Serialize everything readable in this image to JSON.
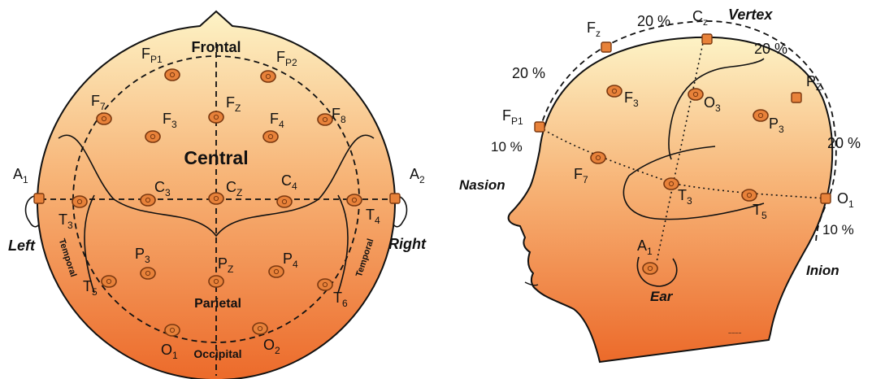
{
  "top_view": {
    "lobes": {
      "frontal": "Frontal",
      "central": "Central",
      "parietal": "Parietal",
      "occipital": "Occipital",
      "temporal_left": "Temporal",
      "temporal_right": "Temporal"
    },
    "sides": {
      "left": "Left",
      "right": "Right"
    },
    "electrodes": [
      {
        "id": "fp1",
        "main": "F",
        "sub": "P1"
      },
      {
        "id": "fp2",
        "main": "F",
        "sub": "P2"
      },
      {
        "id": "f7",
        "main": "F",
        "sub": "7"
      },
      {
        "id": "f8",
        "main": "F",
        "sub": "8"
      },
      {
        "id": "f3",
        "main": "F",
        "sub": "3"
      },
      {
        "id": "fz",
        "main": "F",
        "sub": "Z"
      },
      {
        "id": "f4",
        "main": "F",
        "sub": "4"
      },
      {
        "id": "a1",
        "main": "A",
        "sub": "1"
      },
      {
        "id": "a2",
        "main": "A",
        "sub": "2"
      },
      {
        "id": "t3",
        "main": "T",
        "sub": "3"
      },
      {
        "id": "c3",
        "main": "C",
        "sub": "3"
      },
      {
        "id": "cz",
        "main": "C",
        "sub": "Z"
      },
      {
        "id": "c4",
        "main": "C",
        "sub": "4"
      },
      {
        "id": "t4",
        "main": "T",
        "sub": "4"
      },
      {
        "id": "t5",
        "main": "T",
        "sub": "5"
      },
      {
        "id": "p3",
        "main": "P",
        "sub": "3"
      },
      {
        "id": "pz",
        "main": "P",
        "sub": "Z"
      },
      {
        "id": "p4",
        "main": "P",
        "sub": "4"
      },
      {
        "id": "t6",
        "main": "T",
        "sub": "6"
      },
      {
        "id": "o1",
        "main": "O",
        "sub": "1"
      },
      {
        "id": "o2",
        "main": "O",
        "sub": "2"
      }
    ]
  },
  "side_view": {
    "landmarks": {
      "vertex": "Vertex",
      "nasion": "Nasion",
      "inion": "Inion",
      "ear": "Ear"
    },
    "percentages": [
      {
        "id": "p20a",
        "text": "20 %"
      },
      {
        "id": "p20b",
        "text": "20 %"
      },
      {
        "id": "p20c",
        "text": "20 %"
      },
      {
        "id": "p20d",
        "text": "20 %"
      },
      {
        "id": "p10a",
        "text": "10 %"
      },
      {
        "id": "p10b",
        "text": "10 %"
      }
    ],
    "electrodes": [
      {
        "id": "fz",
        "main": "F",
        "sub": "z"
      },
      {
        "id": "cz",
        "main": "C",
        "sub": "z"
      },
      {
        "id": "pz",
        "main": "P",
        "sub": "Z"
      },
      {
        "id": "fp1",
        "main": "F",
        "sub": "P1"
      },
      {
        "id": "f3",
        "main": "F",
        "sub": "3"
      },
      {
        "id": "o3",
        "main": "O",
        "sub": "3"
      },
      {
        "id": "p3",
        "main": "P",
        "sub": "3"
      },
      {
        "id": "f7",
        "main": "F",
        "sub": "7"
      },
      {
        "id": "t3",
        "main": "T",
        "sub": "3"
      },
      {
        "id": "t5",
        "main": "T",
        "sub": "5"
      },
      {
        "id": "o1",
        "main": "O",
        "sub": "1"
      },
      {
        "id": "a1",
        "main": "A",
        "sub": "1"
      }
    ]
  },
  "colors": {
    "head_top": "#fdf3c6",
    "head_mid": "#f7b477",
    "head_bottom": "#ec6a2a",
    "electrode_fill": "#e8823a",
    "electrode_stroke": "#7a3810",
    "line": "#111111"
  }
}
